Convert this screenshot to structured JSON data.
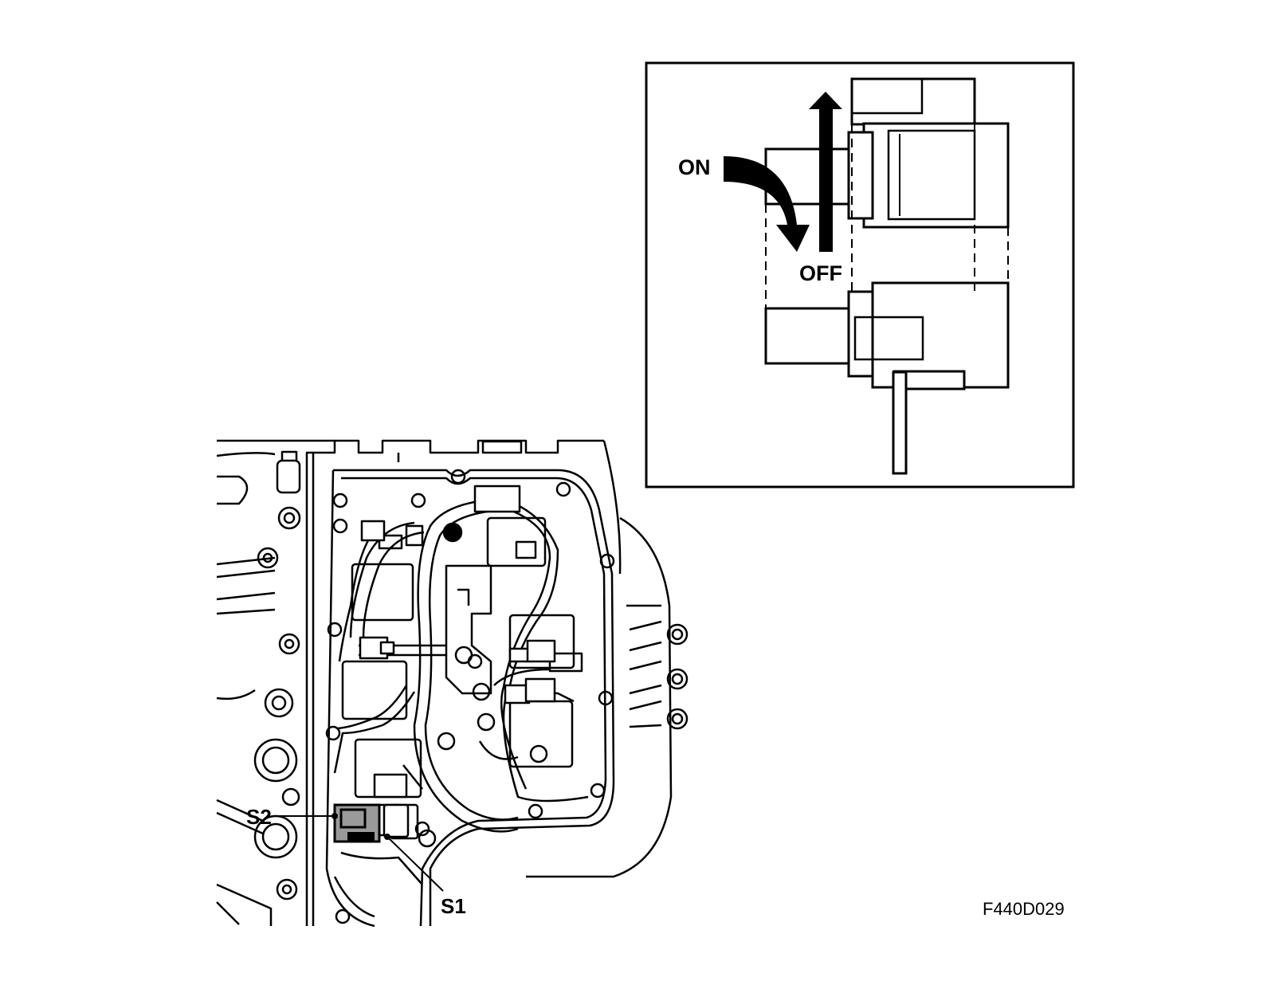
{
  "inset": {
    "on_label": "ON",
    "off_label": "OFF"
  },
  "callouts": {
    "s1": "S1",
    "s2": "S2"
  },
  "figure_code": "F440D029",
  "colors": {
    "line": "#000000",
    "highlight": "#9a9a9a",
    "background": "#ffffff"
  }
}
